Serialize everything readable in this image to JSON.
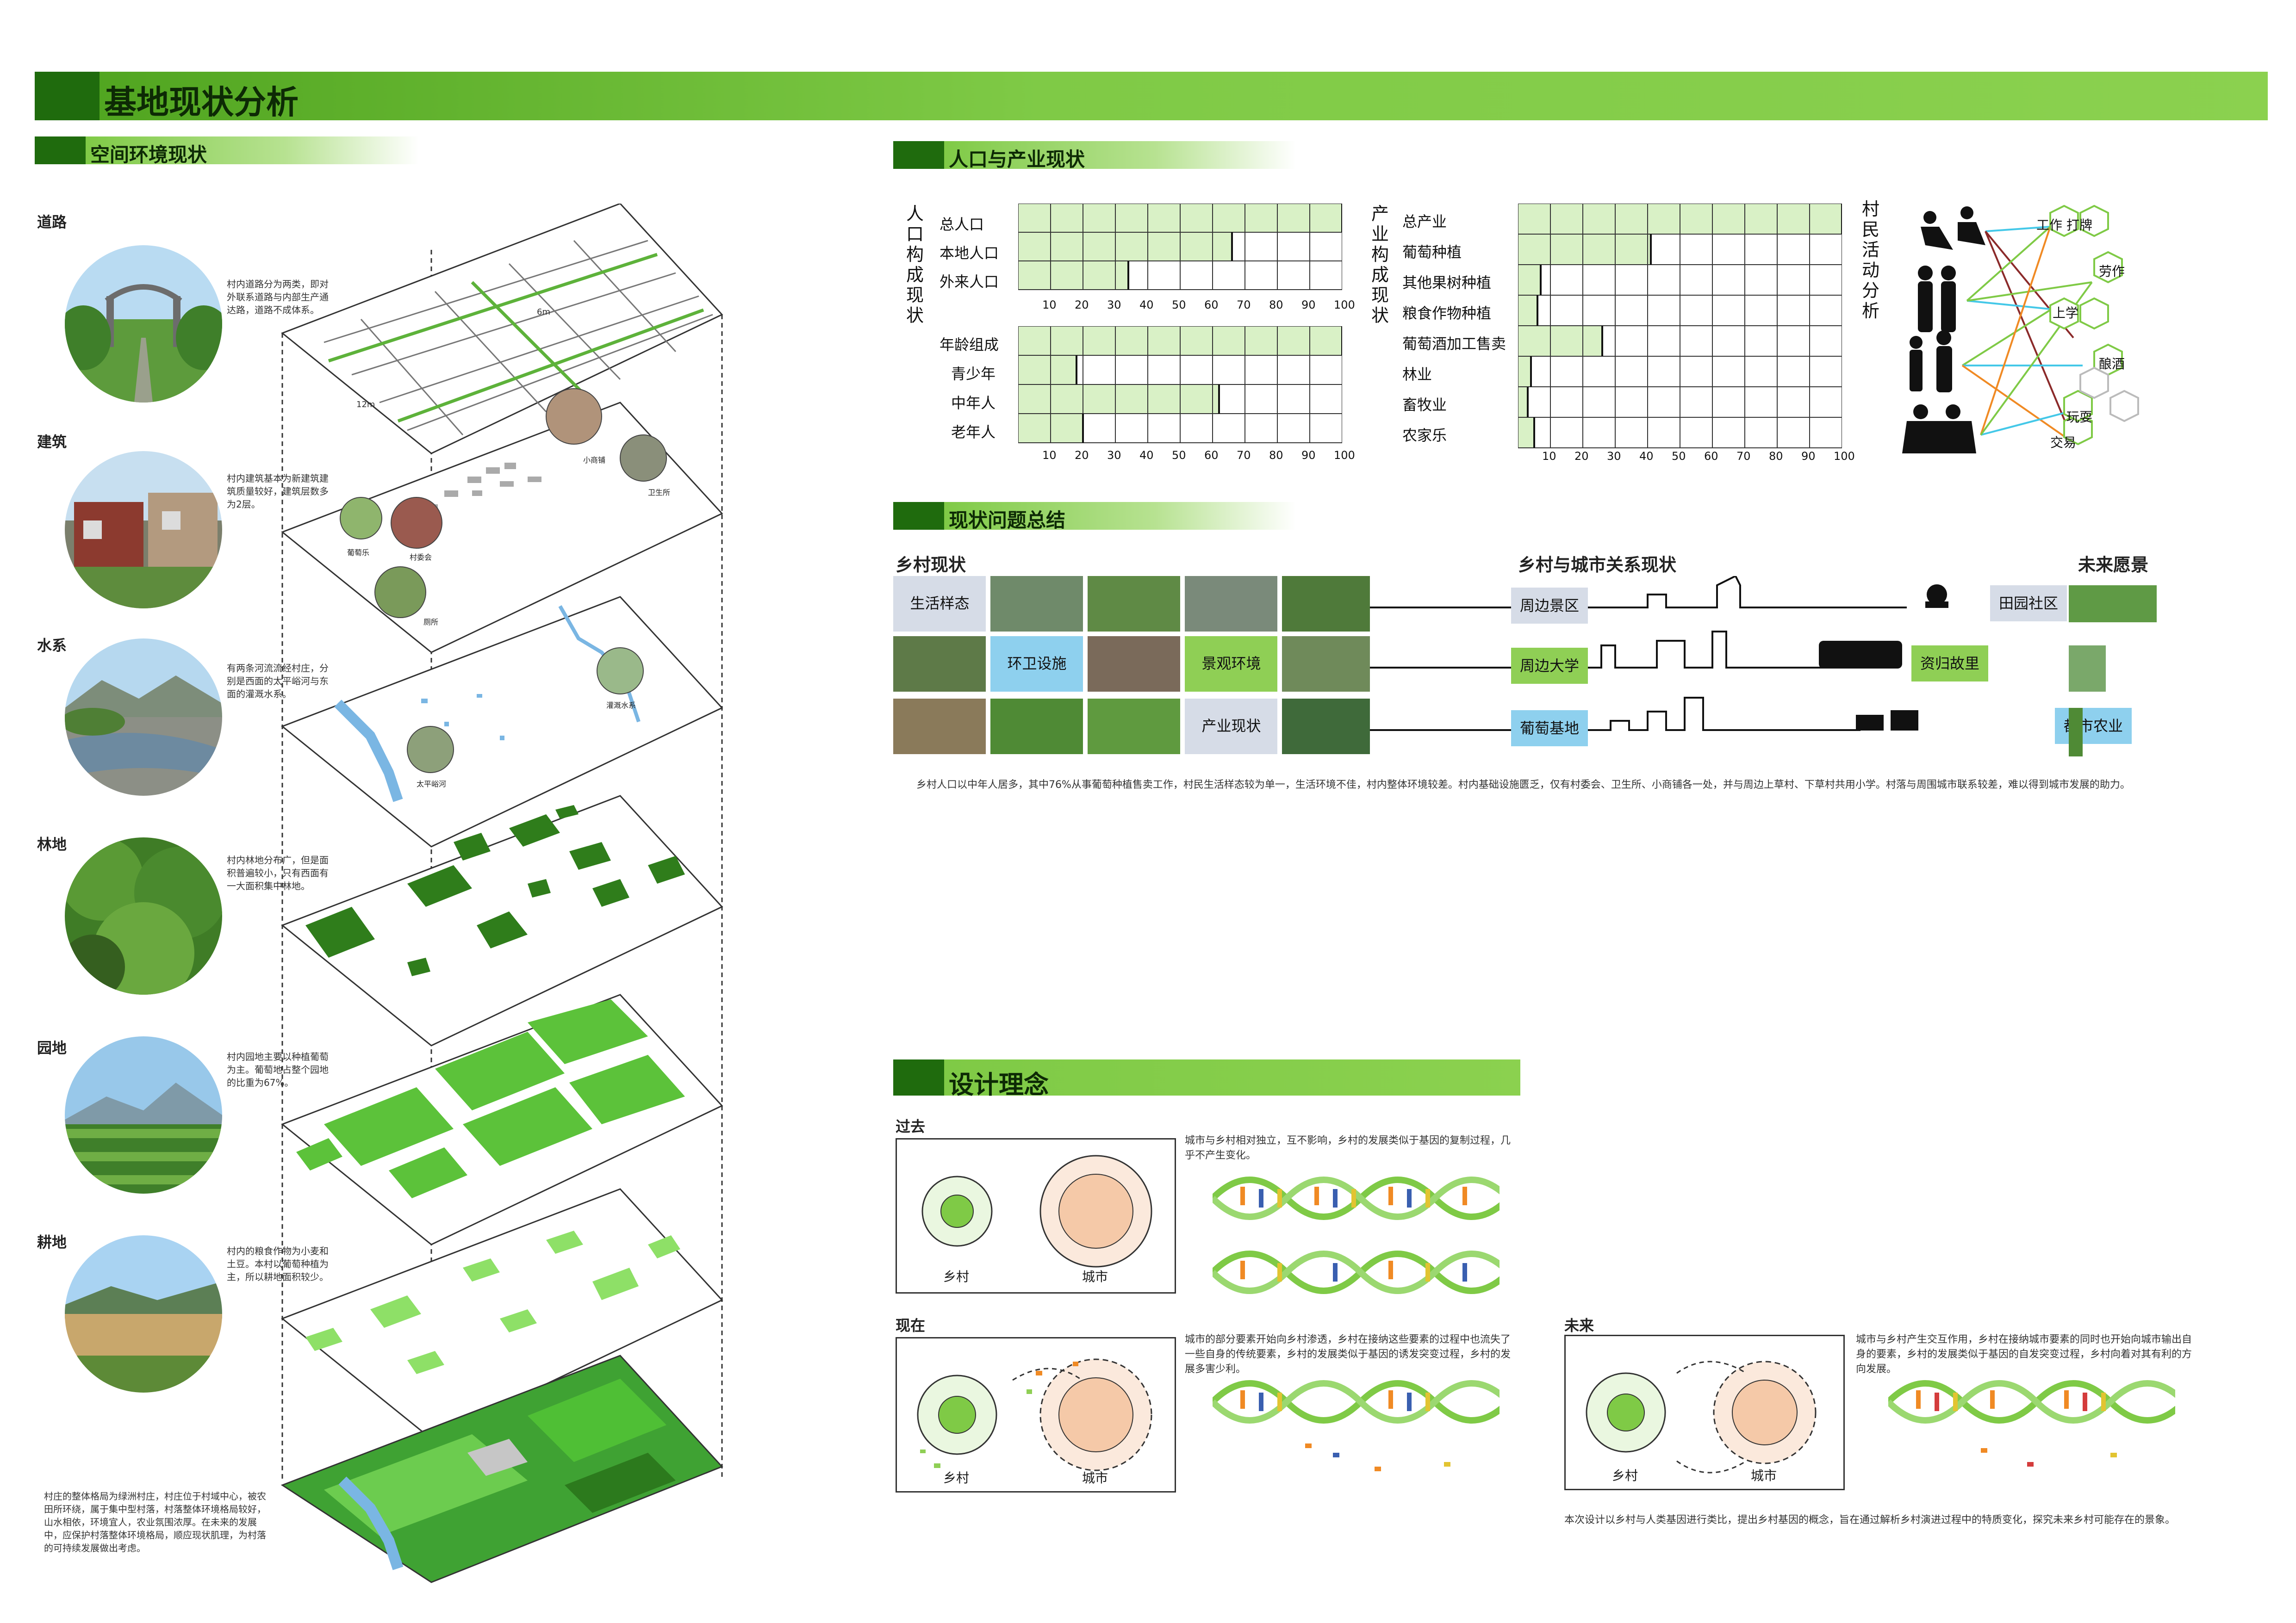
{
  "page_title": "基地现状分析",
  "sections": {
    "space": "空间环境现状",
    "population": "人口与产业现状",
    "problems": "现状问题总结",
    "concept": "设计理念"
  },
  "layers": [
    {
      "label": "道路",
      "desc": "村内道路分为两类，即对外联系道路与内部生产通达路，道路不成体系。"
    },
    {
      "label": "建筑",
      "desc": "村内建筑基本为新建筑建筑质量较好，建筑层数多为2层。"
    },
    {
      "label": "水系",
      "desc": "有两条河流流经村庄，分别是西面的太平峪河与东面的灌溉水系。"
    },
    {
      "label": "林地",
      "desc": "村内林地分布广，但是面积普遍较小，只有西面有一大面积集中林地。"
    },
    {
      "label": "园地",
      "desc": "村内园地主要以种植葡萄为主。葡萄地占整个园地的比重为67%。"
    },
    {
      "label": "耕地",
      "desc": "村内的粮食作物为小麦和土豆。本村以葡萄种植为主，所以耕地面积较少。"
    }
  ],
  "overall_desc": "村庄的整体格局为绿洲村庄，村庄位于村域中心，被农田所环绕，属于集中型村落，村落整体环境格局较好，山水相依，环境宜人，农业氛围浓厚。在未来的发展中，应保护村落整体环境格局，顺应现状肌理，为村落的可持续发展做出考虑。",
  "road_labels": {
    "w1": "6m",
    "w2": "12m"
  },
  "building_labels": [
    "小商铺",
    "卫生所",
    "村委会",
    "葡萄乐",
    "厕所"
  ],
  "water_labels": [
    "太平峪河",
    "灌溉水系"
  ],
  "population_chart": {
    "title": "人口构成现状",
    "ticks": [
      "10",
      "20",
      "30",
      "40",
      "50",
      "60",
      "70",
      "80",
      "90",
      "100"
    ],
    "group1": [
      {
        "label": "总人口",
        "value": 100
      },
      {
        "label": "本地人口",
        "value": 66
      },
      {
        "label": "外来人口",
        "value": 34
      }
    ],
    "group2": [
      {
        "label": "年龄组成",
        "value": 100
      },
      {
        "label": "青少年",
        "value": 18
      },
      {
        "label": "中年人",
        "value": 62
      },
      {
        "label": "老年人",
        "value": 20
      }
    ]
  },
  "industry_chart": {
    "title": "产业构成现状",
    "ticks": [
      "10",
      "20",
      "30",
      "40",
      "50",
      "60",
      "70",
      "80",
      "90",
      "100"
    ],
    "rows": [
      {
        "label": "总产业",
        "value": 100
      },
      {
        "label": "葡萄种植",
        "value": 41
      },
      {
        "label": "其他果树种植",
        "value": 7
      },
      {
        "label": "粮食作物种植",
        "value": 6
      },
      {
        "label": "葡萄酒加工售卖",
        "value": 26
      },
      {
        "label": "林业",
        "value": 4
      },
      {
        "label": "畜牧业",
        "value": 3
      },
      {
        "label": "农家乐",
        "value": 5
      }
    ]
  },
  "activity": {
    "title": "村民活动分析",
    "items": [
      "工作",
      "打牌",
      "劳作",
      "上学",
      "酿酒",
      "玩耍",
      "交易"
    ]
  },
  "problems": {
    "rural": "乡村现状",
    "relation": "乡村与城市关系现状",
    "future": "未来愿景",
    "rows": [
      {
        "tag": "生活样态",
        "rel": "周边景区",
        "fut": "田园社区"
      },
      {
        "tag": "环卫设施",
        "tag2": "景观环境",
        "rel": "周边大学",
        "fut": "资归故里"
      },
      {
        "tag": "产业现状",
        "rel": "葡萄基地",
        "fut": "都市农业"
      }
    ],
    "summary": "乡村人口以中年人居多，其中76%从事葡萄种植售卖工作，村民生活样态较为单一，生活环境不佳，村内整体环境较差。村内基础设施匮乏，仅有村委会、卫生所、小商铺各一处，并与周边上草村、下草村共用小学。村落与周围城市联系较差，难以得到城市发展的助力。"
  },
  "concept": {
    "past": "过去",
    "now": "现在",
    "future": "未来",
    "rural": "乡村",
    "city": "城市",
    "past_desc": "城市与乡村相对独立，互不影响，乡村的发展类似于基因的复制过程，几乎不产生变化。",
    "now_desc": "城市的部分要素开始向乡村渗透，乡村在接纳这些要素的过程中也流失了一些自身的传统要素，乡村的发展类似于基因的诱发突变过程，乡村的发展多害少利。",
    "future_desc": "城市与乡村产生交互作用，乡村在接纳城市要素的同时也开始向城市输出自身的要素，乡村的发展类似于基因的自发突变过程，乡村向着对其有利的方向发展。",
    "bottom_desc": "本次设计以乡村与人类基因进行类比，提出乡村基因的概念，旨在通过解析乡村演进过程中的特质变化，探究未来乡村可能存在的景象。"
  },
  "colors": {
    "dark_green": "#1f6b0d",
    "light_green": "#7fca46",
    "bar_fill": "#d9f1c6",
    "cyan": "#44c8e8",
    "orange": "#f08a24"
  }
}
